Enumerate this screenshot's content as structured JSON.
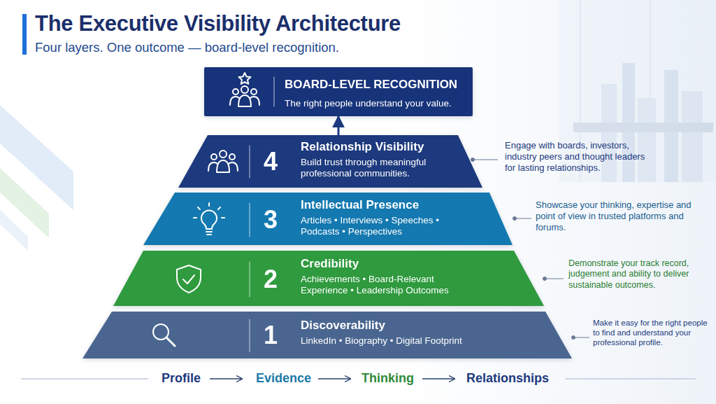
{
  "diagram": {
    "title": "The Executive Visibility Architecture",
    "nodes": [
      {
        "text": [
          "BOARD-LEVEL RECOGNITION",
          "The right people understand your value."
        ]
      },
      {
        "text": [
          "4",
          "Relationship Visibility",
          "Build trust through meaningful professional communities."
        ]
      },
      {
        "text": [
          "3",
          "Intellectual Presence",
          "Articles • Interviews • Speeches • Podcasts • Perspectives"
        ]
      },
      {
        "text": [
          "2",
          "Credibility",
          "Achievements • Board-Relevant Experience • Leadership Outcomes"
        ]
      },
      {
        "text": [
          "1",
          "Discoverability",
          "LinkedIn • Biography • Digital Footprint"
        ]
      }
    ],
    "edges": [
      {
        "from": 1,
        "to": 0,
        "arrow": "to"
      }
    ],
    "labels": [
      "Four layers. One outcome — board-level recognition.",
      "Engage with boards, investors, industry peers and thought leaders for lasting relationships.",
      "Showcase your thinking, expertise and point of view in trusted platforms and forums.",
      "Demonstrate your track record, judgement and ability to deliver sustainable outcomes.",
      "Make it easy for the right people to find and understand your professional profile.",
      "Profile",
      "Evidence",
      "Thinking",
      "Relationships"
    ]
  }
}
